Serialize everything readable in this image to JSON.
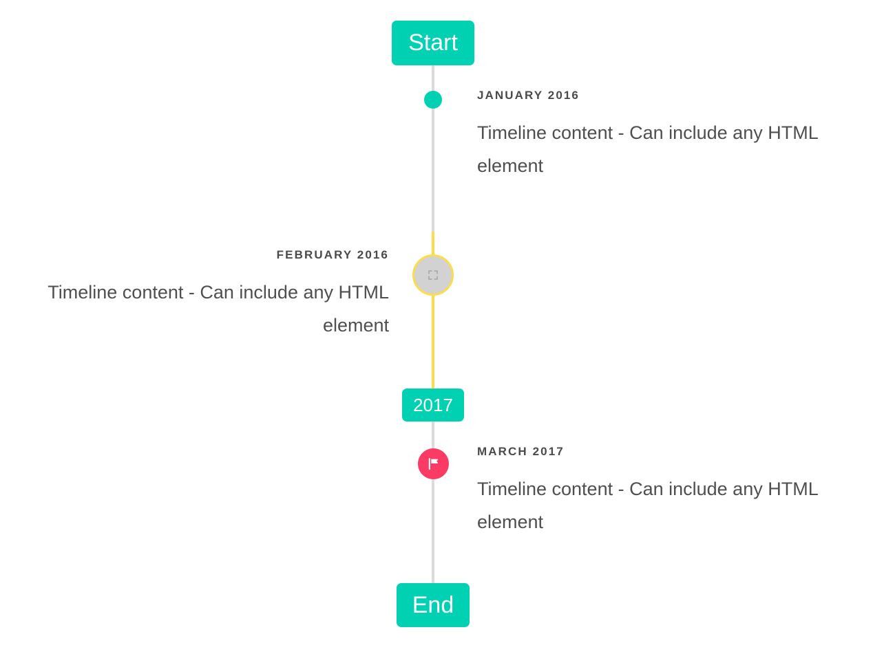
{
  "timeline": {
    "start_label": "Start",
    "year_label": "2017",
    "end_label": "End",
    "entries": [
      {
        "date": "JANUARY 2016",
        "body": "Timeline content - Can include any HTML element",
        "side": "right",
        "marker": "dot-marker",
        "marker_color": "#00d1b2"
      },
      {
        "date": "FEBRUARY 2016",
        "body": "Timeline content - Can include any HTML element",
        "side": "left",
        "marker": "broken-image-marker",
        "marker_color": "#fcdc4d"
      },
      {
        "date": "MARCH 2017",
        "body": "Timeline content - Can include any HTML element",
        "side": "right",
        "marker": "flag-marker",
        "marker_color": "#fb3b64"
      }
    ],
    "colors": {
      "accent_teal": "#00d1b2",
      "accent_yellow": "#fcdc4d",
      "accent_pink": "#fb3b64",
      "rail_gray": "#dbdbdb",
      "text_dark": "#4a4a4a"
    }
  }
}
